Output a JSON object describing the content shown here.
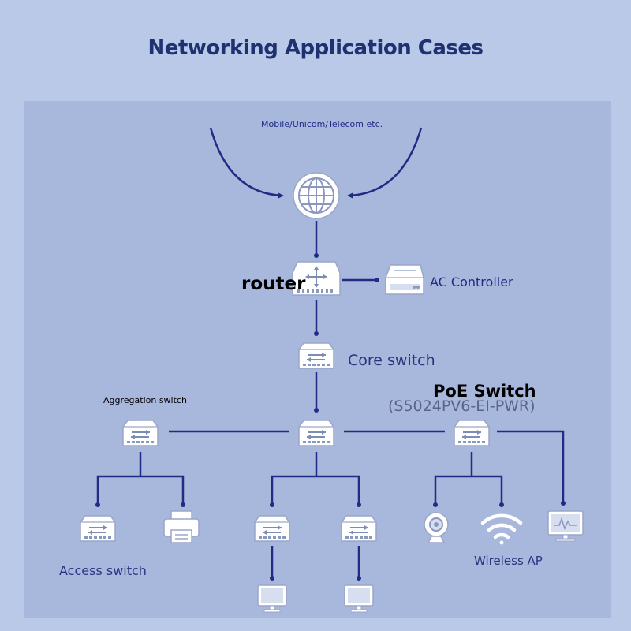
{
  "title": "Networking Application Cases",
  "labels": {
    "carriers": "Mobile/Unicom/Telecom etc.",
    "router": "router",
    "ac_controller": "AC Controller",
    "core_switch": "Core switch",
    "poe_switch": "PoE Switch",
    "poe_model": "(S5024PV6-EI-PWR)",
    "aggregation_switch": "Aggregation switch",
    "access_switch": "Access switch",
    "wireless_ap": "Wireless AP"
  },
  "colors": {
    "background": "#bac9e8",
    "panel": "#a8b7dc",
    "line": "#1f2c86",
    "title_text": "#1f3170",
    "icon_fill": "#ffffff",
    "icon_stroke": "#9aa6c8"
  },
  "icons": {
    "internet": "globe-icon",
    "router": "router-icon",
    "ac_controller": "controller-icon",
    "switch": "switch-icon",
    "printer": "printer-icon",
    "camera": "camera-icon",
    "wifi": "wifi-icon",
    "monitor": "monitor-icon"
  }
}
